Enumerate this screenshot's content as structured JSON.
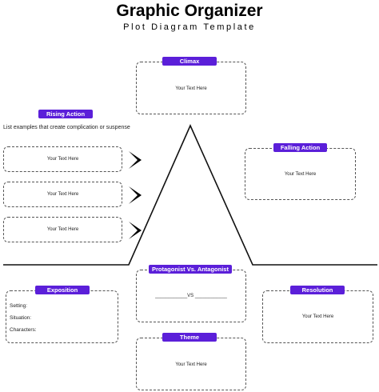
{
  "header": {
    "title": "Graphic Organizer",
    "subtitle": "Plot Diagram Template"
  },
  "climax": {
    "label": "Climax",
    "placeholder": "Your Text Here"
  },
  "rising_action": {
    "label": "Rising Action",
    "instructions": "List examples that create complication or suspense",
    "boxes": [
      "Your Text Here",
      "Your Text Here",
      "Your Text Here"
    ]
  },
  "falling_action": {
    "label": "Falling Action",
    "placeholder": "Your Text Here"
  },
  "exposition": {
    "label": "Exposition",
    "fields": [
      "Setting:",
      "Situation:",
      "Characters:"
    ]
  },
  "protagonist": {
    "label": "Protagonist Vs. Antagonist",
    "line_text": "____________VS ____________"
  },
  "theme": {
    "label": "Theme",
    "placeholder": "Your Text Here"
  },
  "resolution": {
    "label": "Resolution",
    "placeholder": "Your Text Here"
  },
  "colors": {
    "accent": "#5b1fd9"
  }
}
